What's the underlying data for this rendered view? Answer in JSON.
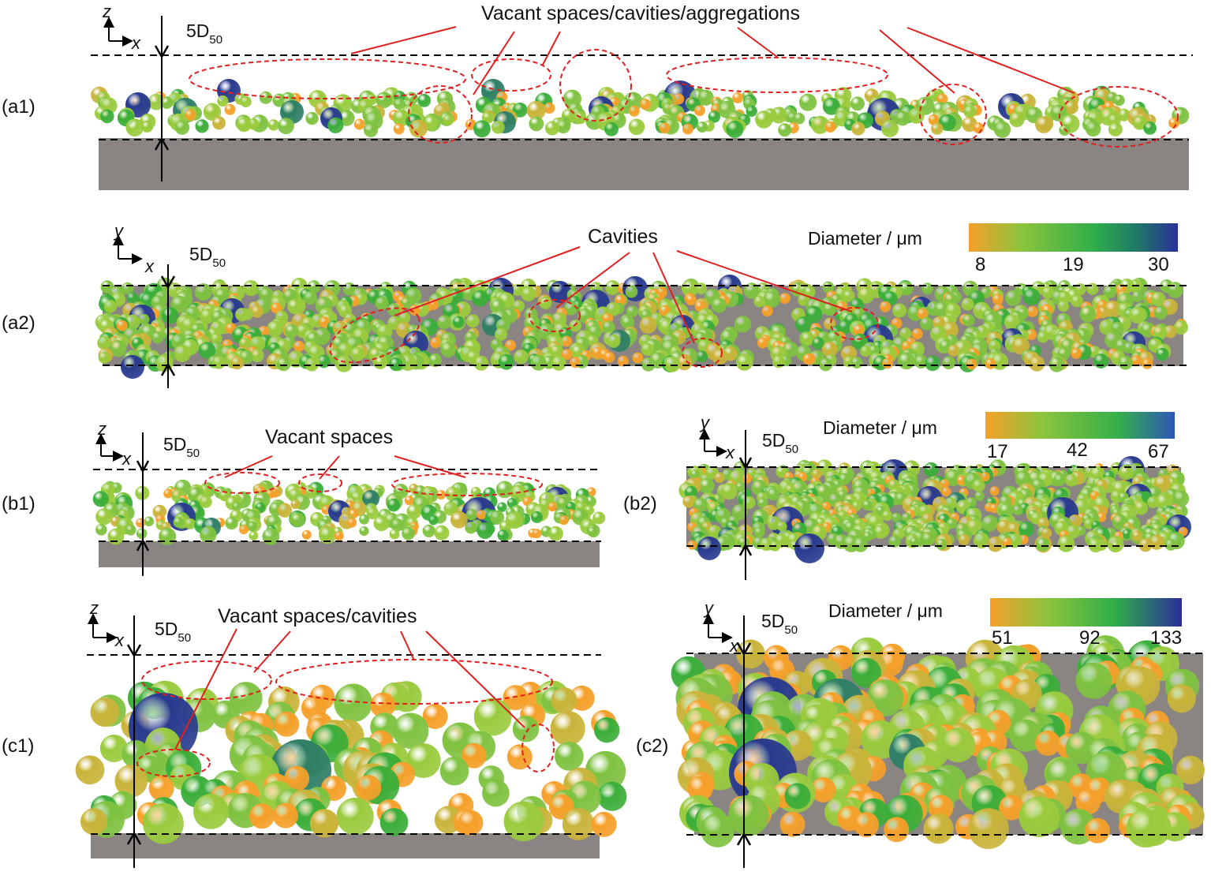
{
  "panels": {
    "a1": {
      "label": "(a1)",
      "annotation": "Vacant spaces/cavities/aggregations",
      "scale": "5D",
      "scale_sub": "50",
      "axis_v": "z",
      "axis_h": "x"
    },
    "a2": {
      "label": "(a2)",
      "annotation": "Cavities",
      "scale": "5D",
      "scale_sub": "50",
      "axis_v": "y",
      "axis_h": "x"
    },
    "b1": {
      "label": "(b1)",
      "annotation": "Vacant spaces",
      "scale": "5D",
      "scale_sub": "50",
      "axis_v": "z",
      "axis_h": "x"
    },
    "b2": {
      "label": "(b2)",
      "scale": "5D",
      "scale_sub": "50",
      "axis_v": "y",
      "axis_h": "x"
    },
    "c1": {
      "label": "(c1)",
      "annotation": "Vacant spaces/cavities",
      "scale": "5D",
      "scale_sub": "50",
      "axis_v": "z",
      "axis_h": "x"
    },
    "c2": {
      "label": "(c2)",
      "scale": "5D",
      "scale_sub": "50",
      "axis_v": "y",
      "axis_h": "x"
    }
  },
  "colorbars": [
    {
      "title": "Diameter / μm",
      "ticks": [
        "8",
        "19",
        "30"
      ]
    },
    {
      "title": "Diameter / μm",
      "ticks": [
        "17",
        "42",
        "67"
      ]
    },
    {
      "title": "Diameter / μm",
      "ticks": [
        "51",
        "92",
        "133"
      ]
    }
  ],
  "colors": {
    "small": "#f5a02a",
    "mid": "#7fc241",
    "green": "#3cae3a",
    "large": "#2a3b8f",
    "substrate": "#8a8483",
    "annotation_red": "#e02020"
  }
}
